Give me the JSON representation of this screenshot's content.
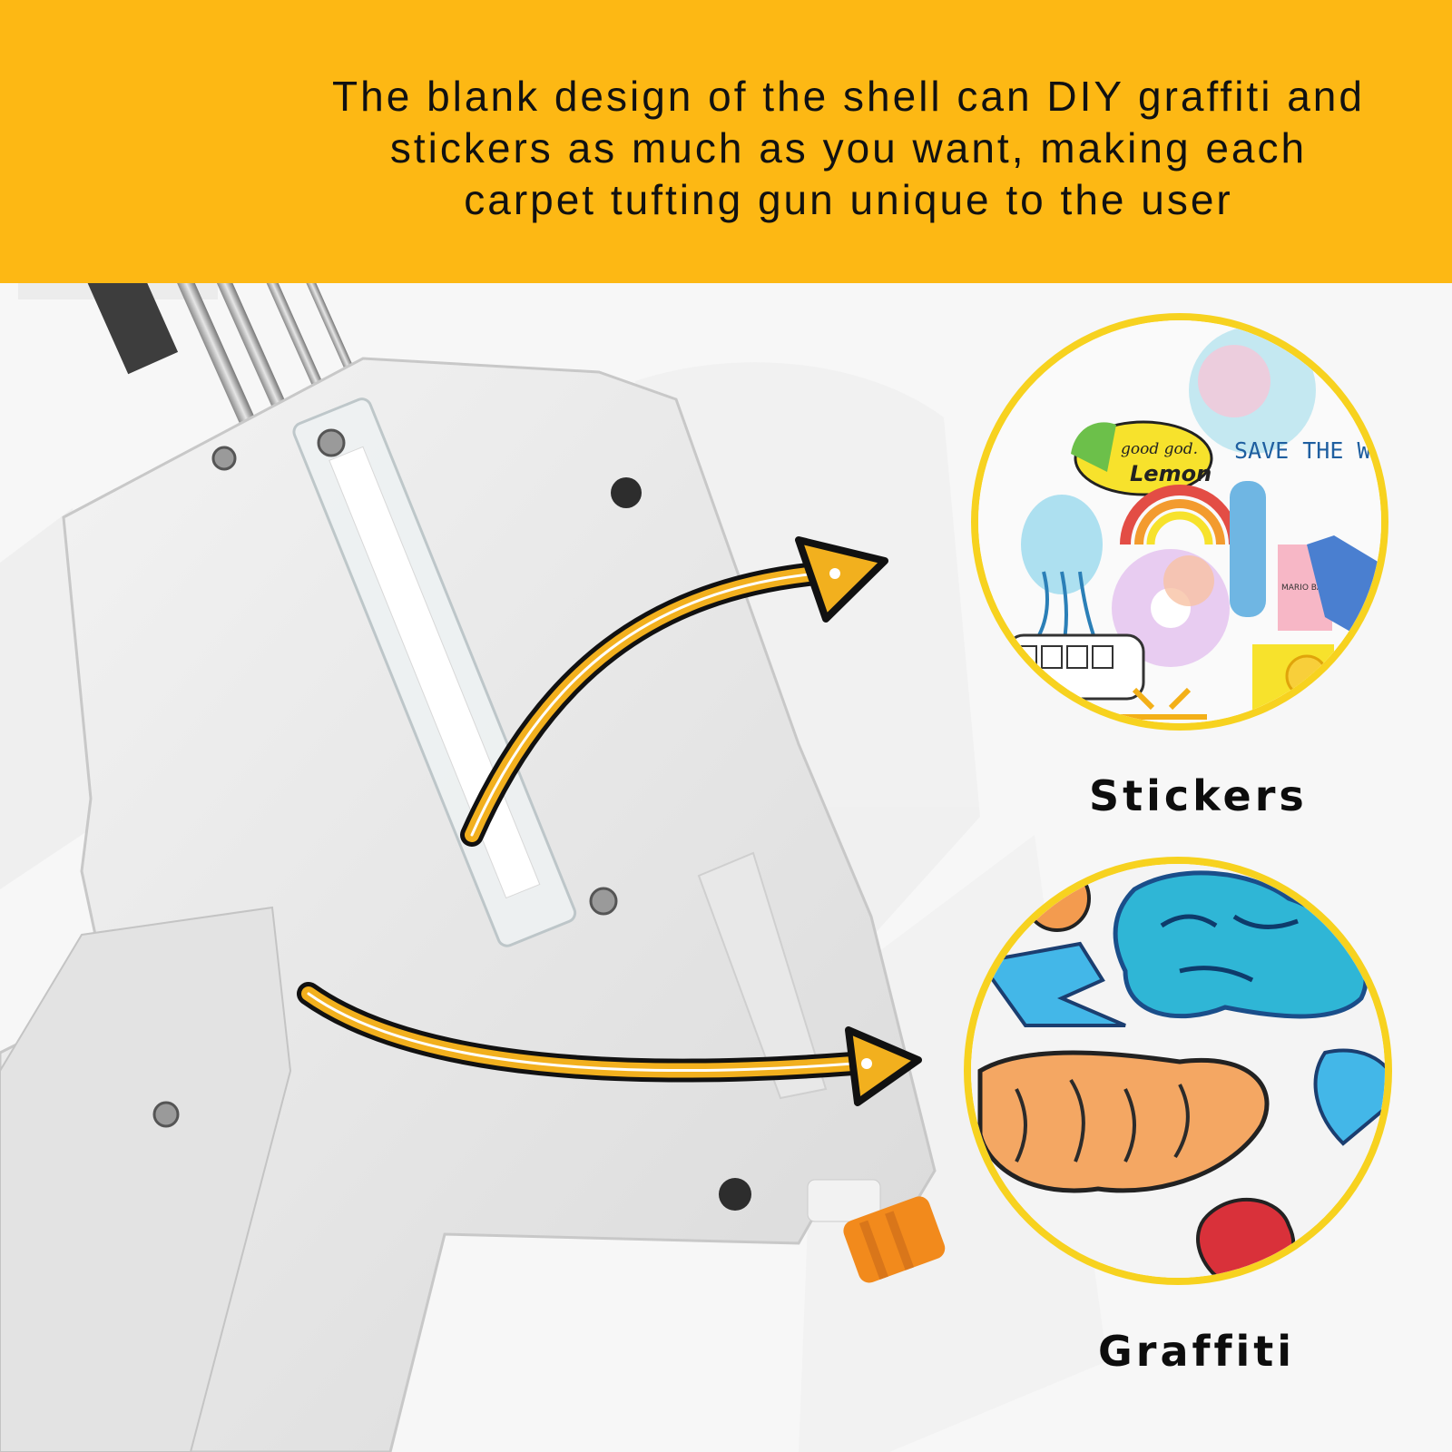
{
  "banner": {
    "lines": [
      "The blank design of the shell can DIY graffiti and",
      "stickers as much as you want, making each",
      "carpet tufting gun unique to the user"
    ],
    "background_color": "#fdb814"
  },
  "callouts": {
    "stickers": {
      "label": "Stickers",
      "sticker_texts": [
        "good god.",
        "Lemon",
        "SAVE THE WAV",
        "MARIO BADESCU"
      ]
    },
    "graffiti": {
      "label": "Graffiti"
    }
  },
  "colors": {
    "accent_yellow": "#fdb814",
    "arrow_fill": "#f2b01e",
    "circle_border": "#f7d21f",
    "knob_orange": "#f28a1c"
  }
}
